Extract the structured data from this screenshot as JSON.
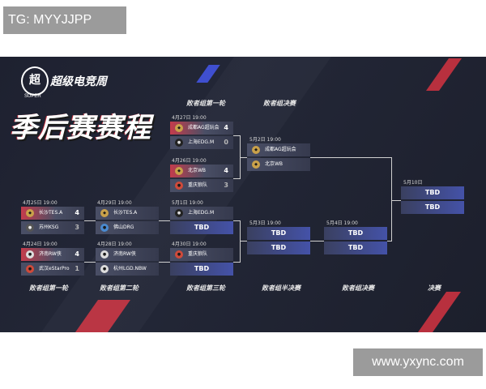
{
  "watermark_top": "TG: MYYJJPP",
  "watermark_bottom": "www.yxync.com",
  "poster": {
    "logo_text": "超",
    "logo_sub": "SUPER",
    "brand": "超级电竞周",
    "title": "季后赛赛程",
    "round_labels_top": {
      "loser_r1": "败者组第一轮",
      "loser_final": "败者组决赛"
    },
    "round_labels_bottom": {
      "loser_r1": "败者组第一轮",
      "loser_r2": "败者组第二轮",
      "loser_r3": "败者组第三轮",
      "loser_semi": "败者组半决赛",
      "loser_final": "败者组决赛",
      "final": "决赛"
    },
    "matches": [
      {
        "date": "4月27日 19:00",
        "t1": "成都AG超玩会",
        "s1": "4",
        "t2": "上海EDG.M",
        "s2": "0"
      },
      {
        "date": "4月26日 19:00",
        "t1": "北京WB",
        "s1": "4",
        "t2": "重庆狼队",
        "s2": "3"
      },
      {
        "date": "5月2日 19:00",
        "t1": "成都AG超玩会",
        "s1": "",
        "t2": "北京WB",
        "s2": ""
      },
      {
        "date": "4月25日 19:00",
        "t1": "长沙TES.A",
        "s1": "4",
        "t2": "苏州KSG",
        "s2": "3"
      },
      {
        "date": "4月24日 19:00",
        "t1": "济南RW侠",
        "s1": "4",
        "t2": "武汉eStarPro",
        "s2": "1"
      },
      {
        "date": "4月29日 19:00",
        "t1": "长沙TES.A",
        "s1": "",
        "t2": "佛山DRG",
        "s2": ""
      },
      {
        "date": "4月28日 19:00",
        "t1": "济南RW侠",
        "s1": "",
        "t2": "杭州LGD.NBW",
        "s2": ""
      },
      {
        "date": "5月1日 19:00",
        "t1": "上海EDG.M",
        "s1": "",
        "t2": "TBD",
        "s2": ""
      },
      {
        "date": "4月30日 19:00",
        "t1": "重庆狼队",
        "s1": "",
        "t2": "TBD",
        "s2": ""
      }
    ],
    "tbd_matches": [
      {
        "date": "5月3日 19:00",
        "t1": "TBD",
        "t2": "TBD"
      },
      {
        "date": "5月4日 19:00",
        "t1": "TBD",
        "t2": "TBD"
      },
      {
        "date": "5月10日",
        "t1": "TBD",
        "t2": "TBD"
      }
    ],
    "colors": {
      "accent": "#c43c4c",
      "tbd_blue": "#4452a8",
      "bg": "#1e2130"
    }
  }
}
